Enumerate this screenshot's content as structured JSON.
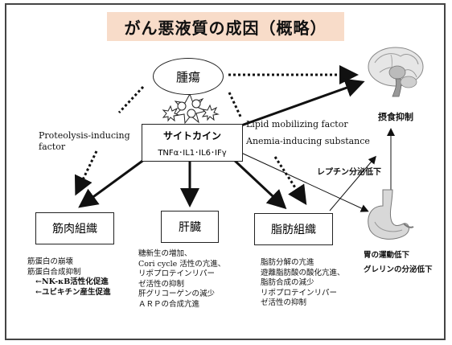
{
  "title": "がん悪液質の成因（概略）",
  "tumor_label": "腫瘍",
  "cytokine": {
    "label": "サイトカイン",
    "list": "TNFα･IL1･IL6･IFγ"
  },
  "factors": {
    "proteolysis": [
      "Proteolysis-inducing",
      "factor"
    ],
    "lipid": "Lipid mobilizing factor",
    "anemia": "Anemia-inducing substance"
  },
  "targets": {
    "muscle": "筋肉組織",
    "liver": "肝臓",
    "fat": "脂肪組織"
  },
  "brain_effect": "摂食抑制",
  "leptin": "レプチン分泌低下",
  "stomach_effects": [
    "胃の運動低下",
    "グレリンの分泌低下"
  ],
  "muscle_effects": [
    "筋蛋白の崩壊",
    "筋蛋白合成抑制",
    "←NK-κB活性化促進",
    "←ユビキチン産生促進"
  ],
  "liver_effects": [
    "糖新生の増加、",
    "Cori cycle 活性の亢進、",
    "リポプロテインリパー",
    "ゼ活性の抑制",
    "肝グリコーゲンの減少",
    "ＡＲＰの合成亢進"
  ],
  "fat_effects": [
    "脂肪分解の亢進",
    "遊離脂肪酸の酸化亢進、",
    "脂肪合成の減少",
    "リポプロテインリパー",
    "ゼ活性の抑制"
  ],
  "icons": {
    "brain": "brain-illustration",
    "stomach": "stomach-illustration",
    "cytokine": "cytokine-burst-icon"
  },
  "colors": {
    "title_bg": "#f8dcc9",
    "frame": "#444444"
  }
}
